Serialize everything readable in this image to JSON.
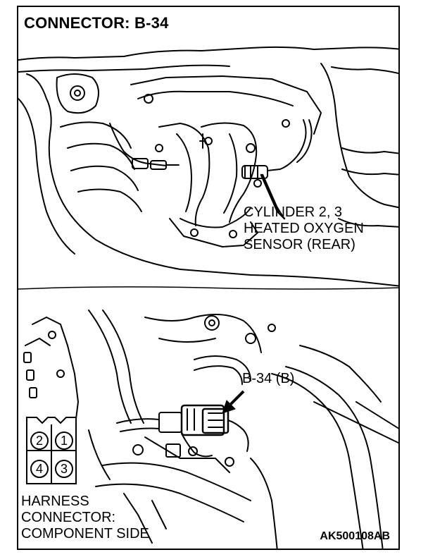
{
  "title": "CONNECTOR: B-34",
  "sensor_label": {
    "line1": "CYLINDER 2, 3",
    "line2": "HEATED OXYGEN",
    "line3": "SENSOR (REAR)"
  },
  "connector_callout": "B-34 (B)",
  "harness_label": {
    "line1": "HARNESS",
    "line2": "CONNECTOR:",
    "line3": "COMPONENT SIDE"
  },
  "pins": [
    "2",
    "1",
    "4",
    "3"
  ],
  "figure_code": "AK500108AB"
}
